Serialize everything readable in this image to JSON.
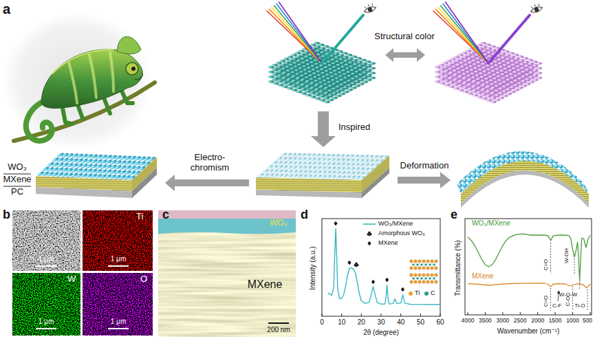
{
  "diagram": {
    "labels": [
      "a",
      "Structural color",
      "Inspired",
      "Electro- chromism",
      "Deformation",
      "WO₃",
      "MXene",
      "PC",
      "b",
      "1 μm",
      "Ti",
      "1 μm",
      "W",
      "1 μm",
      "O",
      "1 μm",
      "c",
      "WO₃",
      "MXene",
      "200 nm",
      "d",
      "Intensity (a.u.)",
      "0",
      "10",
      "20",
      "30",
      "40",
      "50",
      "60",
      "2θ (degree)",
      "e",
      "Transmittance (%)",
      "4000",
      "3500",
      "3000",
      "2500",
      "2000",
      "1500",
      "1000",
      "500",
      "Wavenumber (cm⁻¹)",
      "WO₃/MXene",
      "MXene",
      "C=O",
      "W-OH",
      "W-O-W",
      "C=O",
      "C-F",
      "C-O",
      "Ti-O"
    ],
    "legend": [
      {
        "text": "WO₃/MXene"
      },
      {
        "text": "Amorphous WO₃"
      },
      {
        "text": "MXene"
      },
      {
        "text": "Ti",
        "color": "#f0a030"
      },
      {
        "text": "C",
        "color": "#2a9d8f"
      }
    ]
  }
}
